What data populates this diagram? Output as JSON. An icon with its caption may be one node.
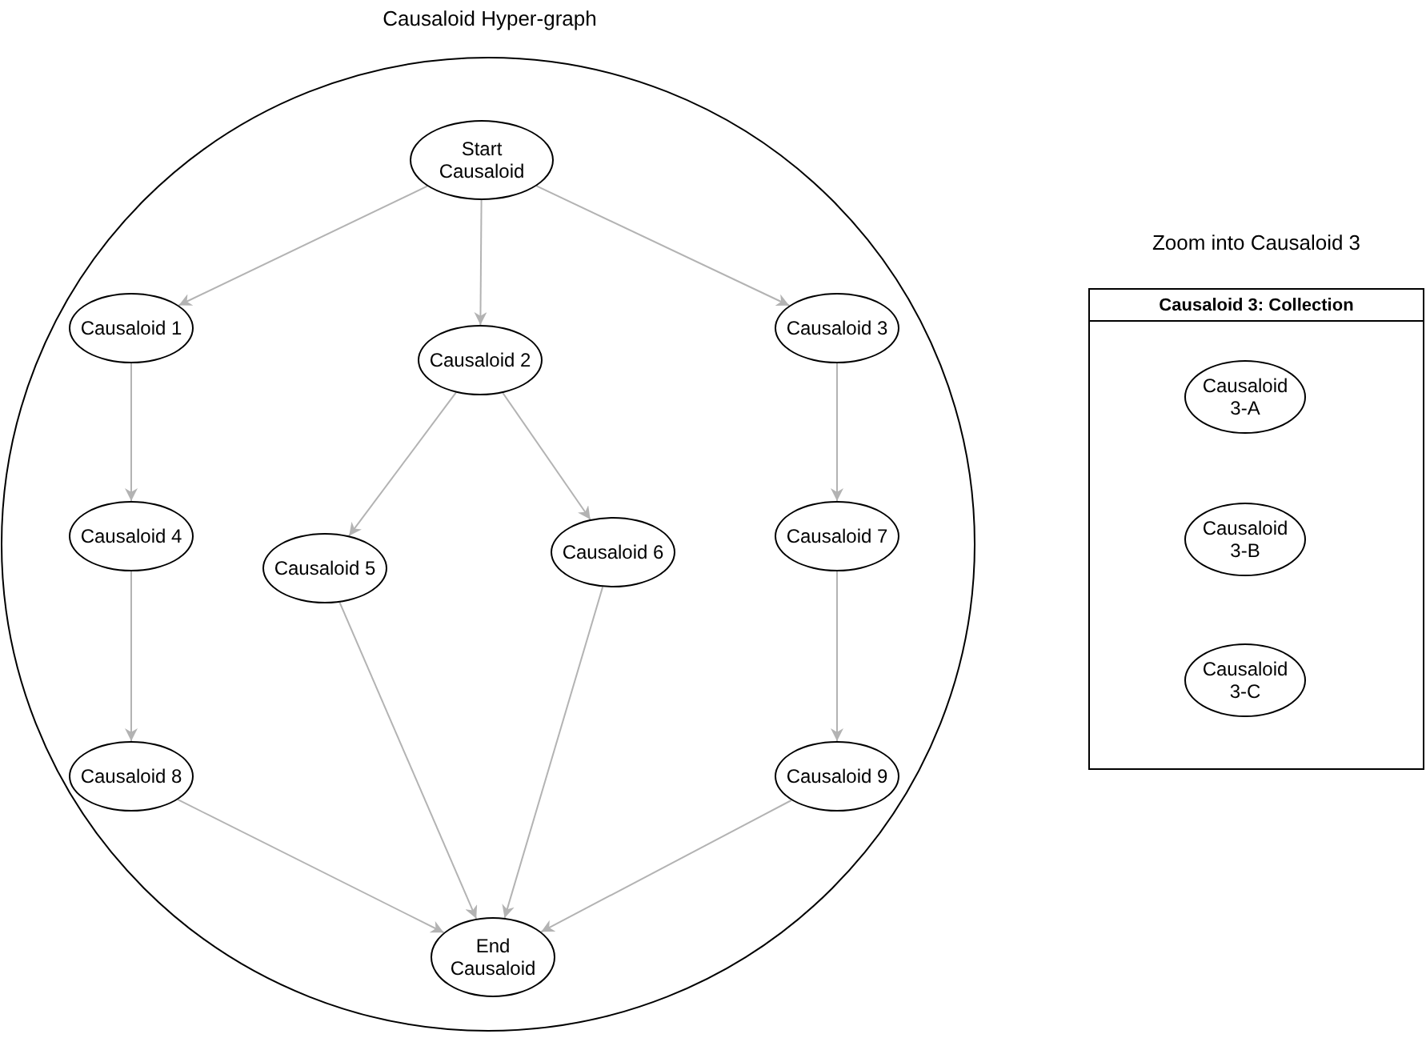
{
  "diagram": {
    "nodes": [
      {
        "text": [
          "Causaloid Hyper-graph"
        ]
      },
      {
        "text": [
          "Start Causaloid"
        ],
        "in": 0
      },
      {
        "text": [
          "Causaloid 1"
        ],
        "in": 0
      },
      {
        "text": [
          "Causaloid 2"
        ],
        "in": 0
      },
      {
        "text": [
          "Causaloid 3"
        ],
        "in": 0
      },
      {
        "text": [
          "Causaloid 4"
        ],
        "in": 0
      },
      {
        "text": [
          "Causaloid 5"
        ],
        "in": 0
      },
      {
        "text": [
          "Causaloid 6"
        ],
        "in": 0
      },
      {
        "text": [
          "Causaloid 7"
        ],
        "in": 0
      },
      {
        "text": [
          "Causaloid 8"
        ],
        "in": 0
      },
      {
        "text": [
          "Causaloid 9"
        ],
        "in": 0
      },
      {
        "text": [
          "End Causaloid"
        ],
        "in": 0
      },
      {
        "text": [
          "Zoom into Causaloid 3",
          "Causaloid 3: Collection"
        ]
      },
      {
        "text": [
          "Causaloid 3-A"
        ],
        "in": 12
      },
      {
        "text": [
          "Causaloid 3-B"
        ],
        "in": 12
      },
      {
        "text": [
          "Causaloid 3-C"
        ],
        "in": 12
      }
    ],
    "edges": [
      {
        "from": 1,
        "to": 2,
        "arrow": "to"
      },
      {
        "from": 1,
        "to": 3,
        "arrow": "to"
      },
      {
        "from": 1,
        "to": 4,
        "arrow": "to"
      },
      {
        "from": 2,
        "to": 5,
        "arrow": "to"
      },
      {
        "from": 3,
        "to": 6,
        "arrow": "to"
      },
      {
        "from": 3,
        "to": 7,
        "arrow": "to"
      },
      {
        "from": 4,
        "to": 8,
        "arrow": "to"
      },
      {
        "from": 5,
        "to": 9,
        "arrow": "to"
      },
      {
        "from": 8,
        "to": 10,
        "arrow": "to"
      },
      {
        "from": 6,
        "to": 11,
        "arrow": "to"
      },
      {
        "from": 7,
        "to": 11,
        "arrow": "to"
      },
      {
        "from": 9,
        "to": 11,
        "arrow": "to"
      },
      {
        "from": 10,
        "to": 11,
        "arrow": "to"
      }
    ]
  }
}
